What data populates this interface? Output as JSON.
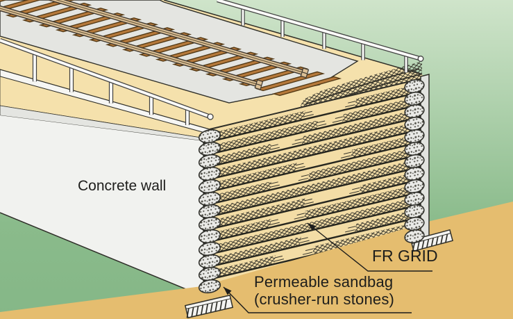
{
  "title": "Geogrid-reinforced soil retaining wall with railway (cutaway diagram)",
  "labels": {
    "concrete_wall": "Concrete wall",
    "fr_grid": "FR GRID",
    "sandbag": "Permeable sandbag\n(crusher-run stones)"
  },
  "structure": {
    "sandbag_layers_per_column": 13,
    "grid_layers": 13,
    "railroad_tie_count": 19,
    "rail_count": 2,
    "near_railing_post_count": 5,
    "far_railing_post_count": 5,
    "footing_count": 2
  },
  "colors": {
    "background_green_top": "#cfe4ca",
    "background_green_bottom": "#85b787",
    "ground": "#e5bd6f",
    "backfill_sand": "#f3dda6",
    "deck_surface": "#f5e1ac",
    "slab_gray": "#e4e5e1",
    "concrete_wall": "#f1f2ef",
    "wall_edge": "#e0e1dd",
    "side_panel": "#e2e3df",
    "outline": "#2e2e28",
    "tie_fill": "#b5793b",
    "tie_stroke": "#543a16",
    "rail_fill": "#dcc096",
    "railing_white": "#fafaf8",
    "sandbag_fill": "#eaeae7",
    "sandbag_speckle": "#55544c",
    "mesh_line": "#35332a",
    "footing_fill": "#f4f4f1",
    "label_text": "#1d1d1b"
  }
}
